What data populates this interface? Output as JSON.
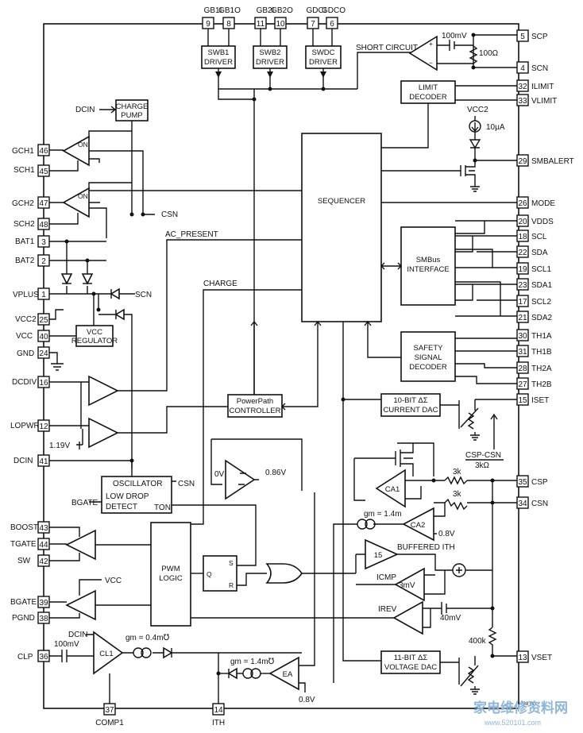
{
  "pins_left": [
    {
      "name": "GCH1",
      "num": "46"
    },
    {
      "name": "SCH1",
      "num": "45"
    },
    {
      "name": "GCH2",
      "num": "47"
    },
    {
      "name": "SCH2",
      "num": "48"
    },
    {
      "name": "BAT1",
      "num": "3"
    },
    {
      "name": "BAT2",
      "num": "2"
    },
    {
      "name": "VPLUS",
      "num": "1"
    },
    {
      "name": "VCC2",
      "num": "25"
    },
    {
      "name": "VCC",
      "num": "40"
    },
    {
      "name": "GND",
      "num": "24"
    },
    {
      "name": "DCDIV",
      "num": "16"
    },
    {
      "name": "LOPWR",
      "num": "12"
    },
    {
      "name": "DCIN",
      "num": "41"
    },
    {
      "name": "BOOST",
      "num": "43"
    },
    {
      "name": "TGATE",
      "num": "44"
    },
    {
      "name": "SW",
      "num": "42"
    },
    {
      "name": "BGATE",
      "num": "39"
    },
    {
      "name": "PGND",
      "num": "38"
    },
    {
      "name": "CLP",
      "num": "36"
    }
  ],
  "pins_right": [
    {
      "name": "SCP",
      "num": "5"
    },
    {
      "name": "SCN",
      "num": "4"
    },
    {
      "name": "ILIMIT",
      "num": "32"
    },
    {
      "name": "VLIMIT",
      "num": "33"
    },
    {
      "name": "SMBALERT",
      "num": "29"
    },
    {
      "name": "MODE",
      "num": "26"
    },
    {
      "name": "VDDS",
      "num": "20"
    },
    {
      "name": "SCL",
      "num": "18"
    },
    {
      "name": "SDA",
      "num": "22"
    },
    {
      "name": "SCL1",
      "num": "19"
    },
    {
      "name": "SDA1",
      "num": "23"
    },
    {
      "name": "SCL2",
      "num": "17"
    },
    {
      "name": "SDA2",
      "num": "21"
    },
    {
      "name": "TH1A",
      "num": "30"
    },
    {
      "name": "TH1B",
      "num": "31"
    },
    {
      "name": "TH2A",
      "num": "28"
    },
    {
      "name": "TH2B",
      "num": "27"
    },
    {
      "name": "ISET",
      "num": "15"
    },
    {
      "name": "CSP",
      "num": "35"
    },
    {
      "name": "CSN",
      "num": "34"
    },
    {
      "name": "VSET",
      "num": "13"
    }
  ],
  "pins_top": [
    {
      "name": "GB1I",
      "num": "9"
    },
    {
      "name": "GB1O",
      "num": "8"
    },
    {
      "name": "GB2I",
      "num": "11"
    },
    {
      "name": "GB2O",
      "num": "10"
    },
    {
      "name": "GDCI",
      "num": "7"
    },
    {
      "name": "GDCO",
      "num": "6"
    }
  ],
  "pins_bottom": [
    {
      "name": "COMP1",
      "num": "37"
    },
    {
      "name": "ITH",
      "num": "14"
    }
  ],
  "blocks": {
    "swb1": [
      "SWB1",
      "DRIVER"
    ],
    "swb2": [
      "SWB2",
      "DRIVER"
    ],
    "swdc": [
      "SWDC",
      "DRIVER"
    ],
    "charge_pump": [
      "CHARGE",
      "PUMP"
    ],
    "limit_decoder": [
      "LIMIT",
      "DECODER"
    ],
    "sequencer": "SEQUENCER",
    "smbus": [
      "SMBus",
      "INTERFACE"
    ],
    "safety": [
      "SAFETY",
      "SIGNAL",
      "DECODER"
    ],
    "vcc_reg": [
      "VCC",
      "REGULATOR"
    ],
    "powerpath": [
      "PowerPath",
      "CONTROLLER"
    ],
    "dac10": [
      "10-BIT ΔΣ",
      "CURRENT DAC"
    ],
    "oscillator": [
      "OSCILLATOR",
      "LOW DROP",
      "DETECT"
    ],
    "pwm": [
      "PWM",
      "LOGIC"
    ],
    "dac11": [
      "11-BIT ΔΣ",
      "VOLTAGE DAC"
    ]
  },
  "labels": {
    "short_circuit": "SHORT CIRCUIT",
    "v100m": "100mV",
    "r100": "100Ω",
    "vcc2": "VCC2",
    "i10u": "10μA",
    "dcin": "DCIN",
    "csn": "CSN",
    "scn": "SCN",
    "ac_present": "AC_PRESENT",
    "charge": "CHARGE",
    "v119": "1.19V",
    "bgate": "BGATE",
    "ton": "TON",
    "v0": "0V",
    "v086": "0.86V",
    "csp_csn": "CSP-CSN",
    "r3k_ratio": "3kΩ",
    "r3k_a": "3k",
    "r3k_b": "3k",
    "ca1": "CA1",
    "ca2": "CA2",
    "v08a": "0.8V",
    "gm14": "gm = 1.4m",
    "buffered": "BUFFERED ITH",
    "a15": "15",
    "icmp": "ICMP",
    "v3m": "3mV",
    "irev": "IREV",
    "v40m": "40mV",
    "r400k": "400k",
    "cl1": "CL1",
    "gm04": "gm = 0.4m℧",
    "c100n": "100mV",
    "gm14b": "gm = 1.4m℧",
    "ea": "EA",
    "v08b": "0.8V",
    "vcc": "VCC",
    "on1": "ON",
    "on2": "ON",
    "q": "Q",
    "s": "S",
    "r": "R",
    "ref": "1788 BD",
    "watermark": "家电维修资料网",
    "watermark_url": "www.520101.com"
  }
}
